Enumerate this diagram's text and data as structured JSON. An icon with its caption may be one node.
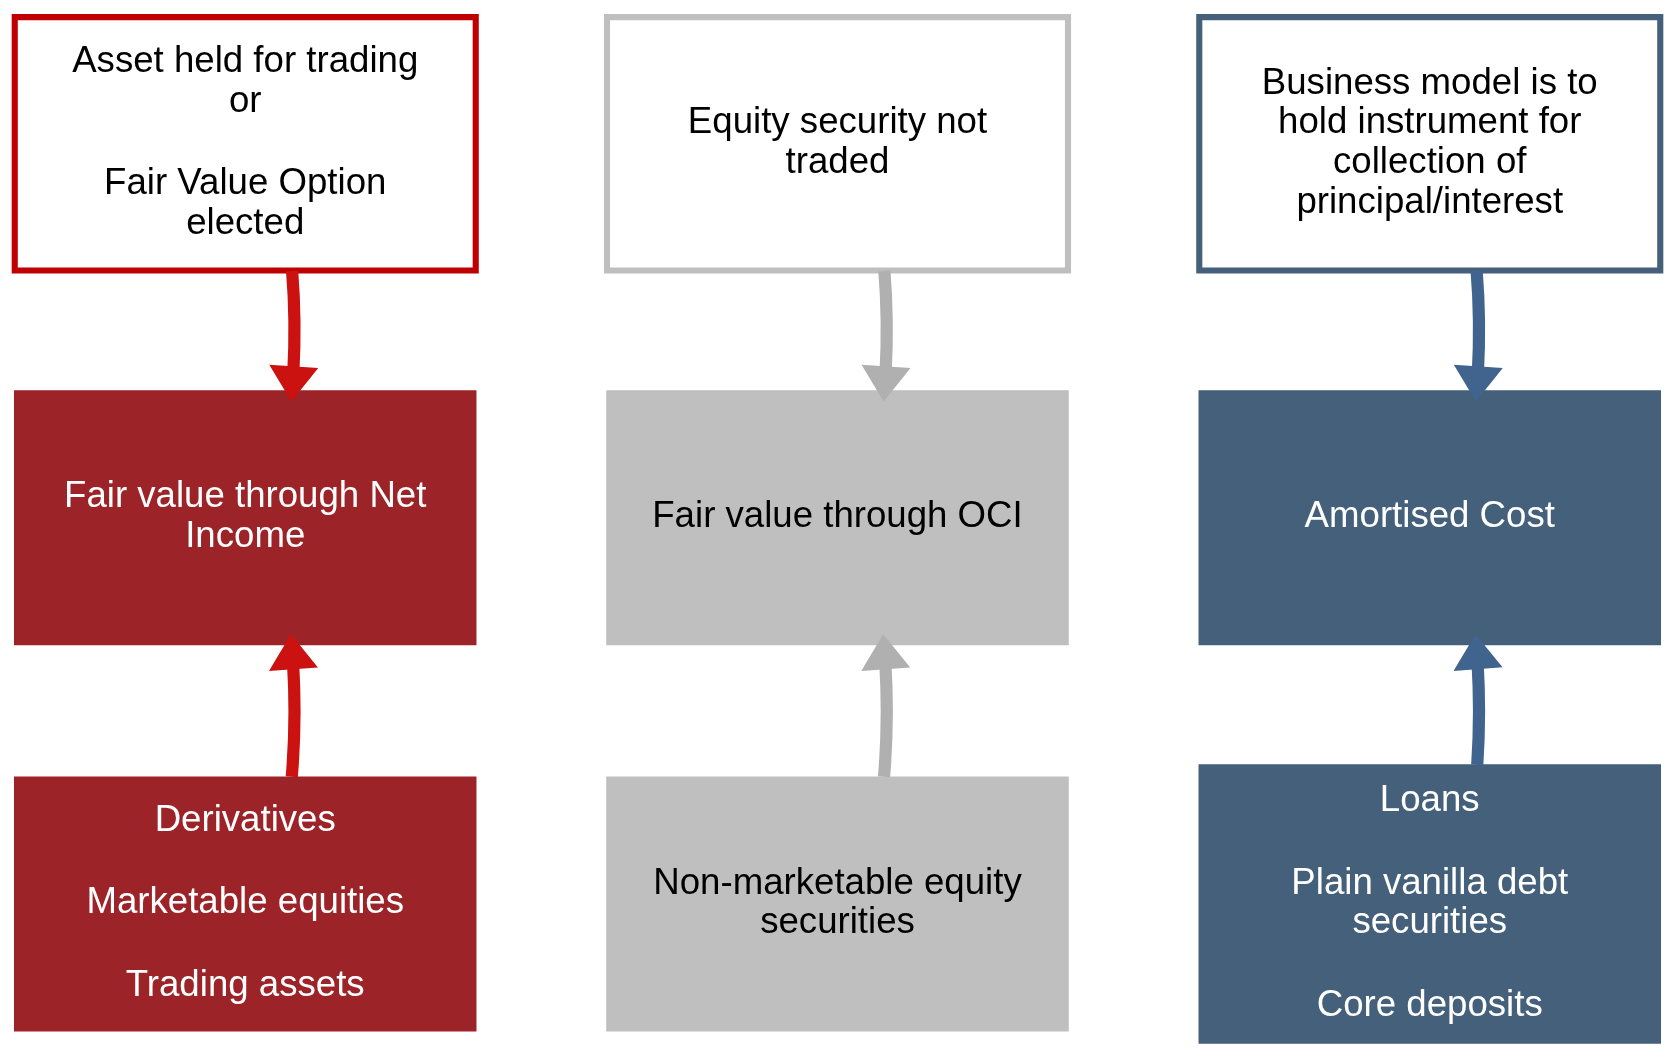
{
  "diagram": {
    "nodes": [
      {
        "text": [
          "Asset held for trading or",
          "Fair Value Option elected"
        ]
      },
      {
        "text": [
          "Equity security not traded"
        ]
      },
      {
        "text": [
          "Business model is to hold instrument for collection of principal/interest"
        ]
      },
      {
        "text": [
          "Fair value through Net Income"
        ]
      },
      {
        "text": [
          "Fair value through OCI"
        ]
      },
      {
        "text": [
          "Amortised Cost"
        ]
      },
      {
        "text": [
          "Derivatives",
          "Marketable equities",
          "Trading assets"
        ]
      },
      {
        "text": [
          "Non-marketable equity securities"
        ]
      },
      {
        "text": [
          "Loans",
          "Plain vanilla debt securities",
          "Core deposits"
        ]
      }
    ],
    "edges": [
      {
        "from": 0,
        "to": 3,
        "arrow": "to",
        "color": "#cc1111"
      },
      {
        "from": 1,
        "to": 4,
        "arrow": "to",
        "color": "#b0b0b0"
      },
      {
        "from": 2,
        "to": 5,
        "arrow": "to",
        "color": "#41648e"
      },
      {
        "from": 6,
        "to": 3,
        "arrow": "to",
        "color": "#cc1111"
      },
      {
        "from": 7,
        "to": 4,
        "arrow": "to",
        "color": "#b0b0b0"
      },
      {
        "from": 8,
        "to": 5,
        "arrow": "to",
        "color": "#41648e"
      }
    ]
  }
}
